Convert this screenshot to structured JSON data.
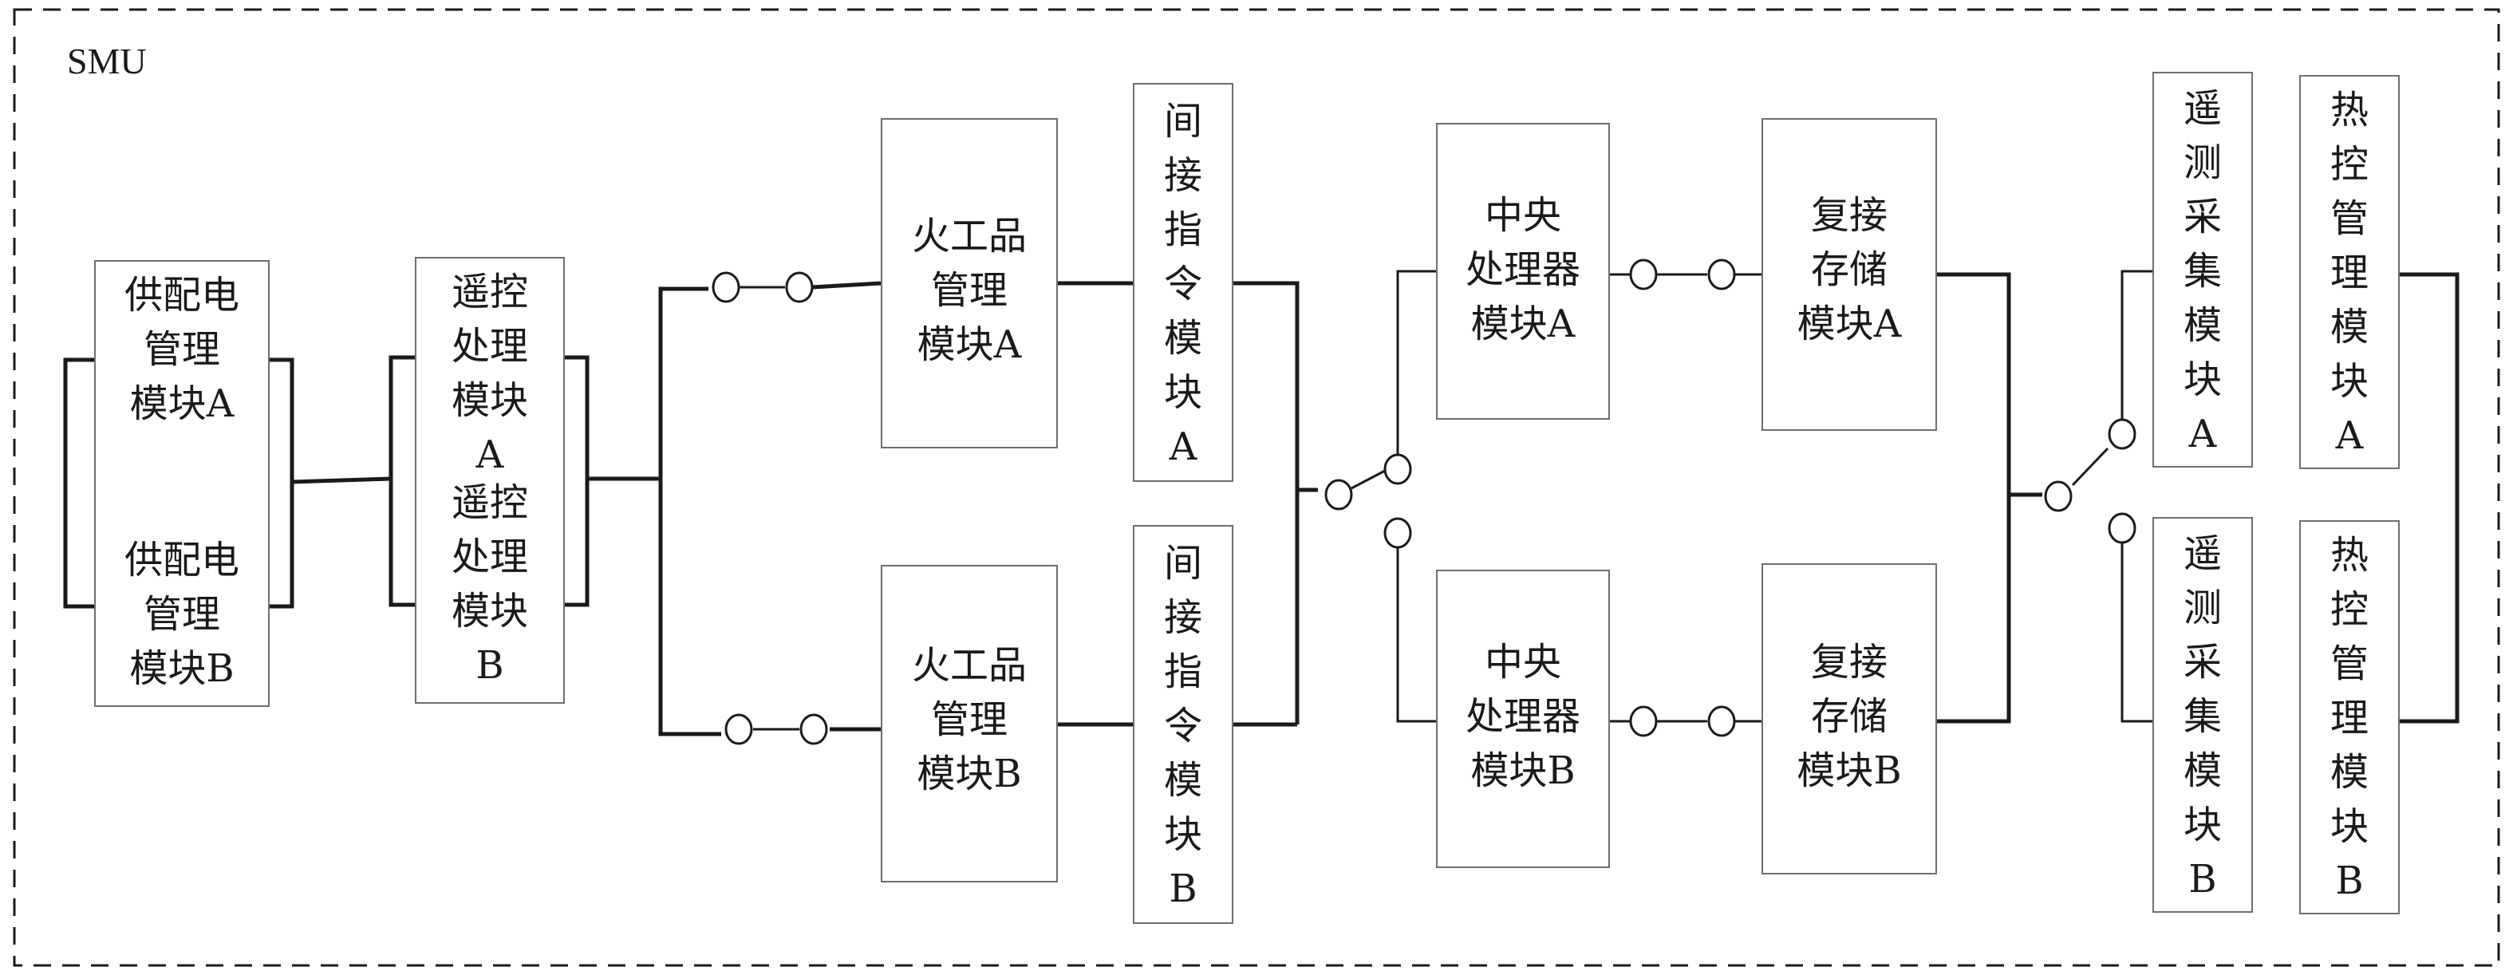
{
  "container": {
    "label": "SMU"
  },
  "modules": {
    "power_a": {
      "l1": "供配电",
      "l2": "管理",
      "l3": "模块A"
    },
    "power_b": {
      "l1": "供配电",
      "l2": "管理",
      "l3": "模块B"
    },
    "remote_ctrl_a": {
      "l1": "遥控",
      "l2": "处理",
      "l3": "模块",
      "l4": "A"
    },
    "remote_ctrl_b": {
      "l1": "遥控",
      "l2": "处理",
      "l3": "模块",
      "l4": "B"
    },
    "pyro_a": {
      "l1": "火工品",
      "l2": "管理",
      "l3": "模块A"
    },
    "pyro_b": {
      "l1": "火工品",
      "l2": "管理",
      "l3": "模块B"
    },
    "indirect_cmd_a": {
      "chars": [
        "间",
        "接",
        "指",
        "令",
        "模",
        "块",
        "A"
      ]
    },
    "indirect_cmd_b": {
      "chars": [
        "间",
        "接",
        "指",
        "令",
        "模",
        "块",
        "B"
      ]
    },
    "cpu_a": {
      "l1": "中央",
      "l2": "处理器",
      "l3": "模块A"
    },
    "cpu_b": {
      "l1": "中央",
      "l2": "处理器",
      "l3": "模块B"
    },
    "storage_a": {
      "l1": "复接",
      "l2": "存储",
      "l3": "模块A"
    },
    "storage_b": {
      "l1": "复接",
      "l2": "存储",
      "l3": "模块B"
    },
    "telemetry_a": {
      "chars": [
        "遥",
        "测",
        "采",
        "集",
        "模",
        "块",
        "A"
      ]
    },
    "telemetry_b": {
      "chars": [
        "遥",
        "测",
        "采",
        "集",
        "模",
        "块",
        "B"
      ]
    },
    "thermal_a": {
      "chars": [
        "热",
        "控",
        "管",
        "理",
        "模",
        "块",
        "A"
      ]
    },
    "thermal_b": {
      "chars": [
        "热",
        "控",
        "管",
        "理",
        "模",
        "块",
        "B"
      ]
    }
  },
  "colors": {
    "line": "#1a1a1a",
    "box_border": "#6e6e6e",
    "background": "#ffffff"
  }
}
